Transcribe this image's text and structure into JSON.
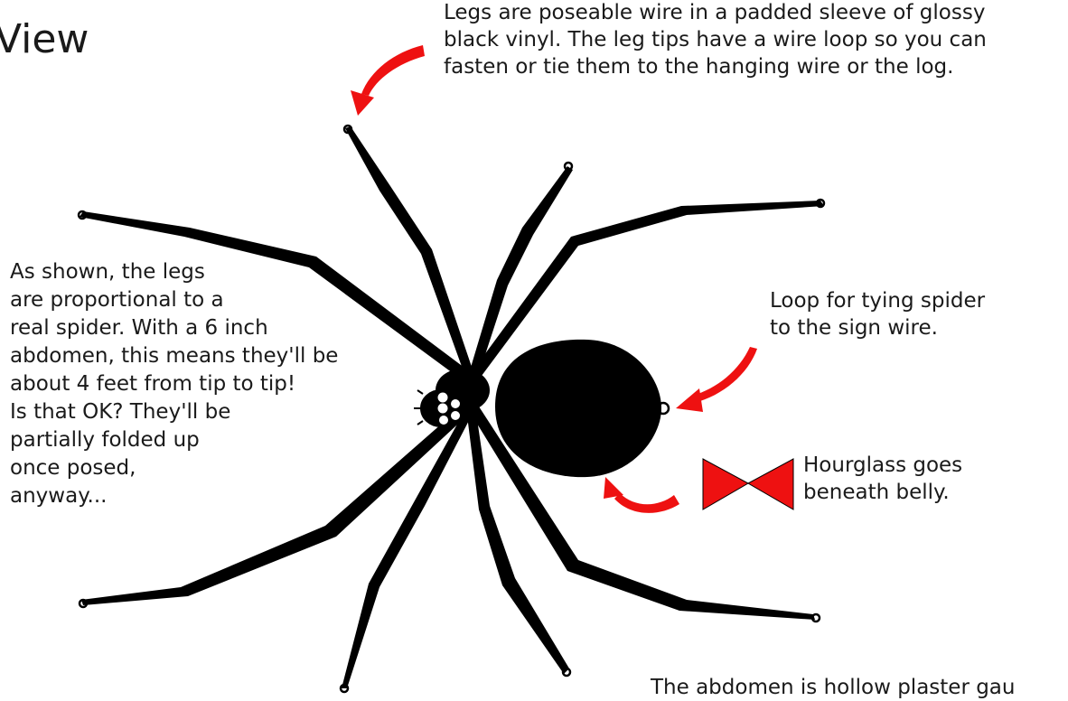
{
  "title": "View",
  "annotations": {
    "legs": [
      "Legs are poseable wire in a padded sleeve of glossy",
      "black vinyl. The leg tips have a wire loop so you can",
      "fasten or tie them to the hanging wire or the log."
    ],
    "proportion": [
      "As shown, the legs",
      "are proportional to a",
      "real spider.  With a 6 inch",
      "abdomen, this means they'll be",
      "about 4 feet from tip to tip!",
      "Is that OK? They'll be",
      "partially folded up",
      "once posed,",
      "anyway..."
    ],
    "loop": [
      "Loop for tying spider",
      "to the sign wire."
    ],
    "hourglass": [
      "Hourglass goes",
      "beneath belly."
    ],
    "abdomen": "The abdomen is hollow plaster gau"
  },
  "colors": {
    "spider": "#000000",
    "accent_red": "#ee1111",
    "background": "#ffffff"
  }
}
